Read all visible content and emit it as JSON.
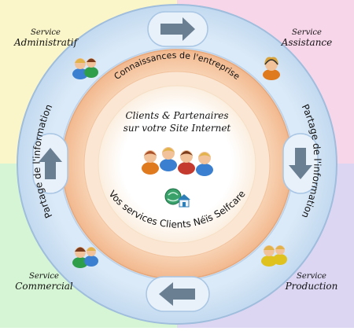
{
  "quadrants": [
    {
      "label": "Service",
      "name": "Administratif",
      "color": "#fbf6c9"
    },
    {
      "label": "Service",
      "name": "Assistance",
      "color": "#f8d6ea"
    },
    {
      "label": "Service",
      "name": "Commercial",
      "color": "#d6f5d4"
    },
    {
      "label": "Service",
      "name": "Production",
      "color": "#dcd6f3"
    }
  ],
  "rings": {
    "outer_text_left": "Partage de l'information",
    "outer_text_right": "Partage de l'information",
    "inner_text_top": "Connaissances de l'entreprise",
    "center_title_line1": "Clients & Partenaires",
    "center_title_line2": "sur votre Site Internet",
    "center_bottom_text": "Vos services Clients  Néïs Selfcare"
  },
  "icons": [
    "people-group-icon",
    "person-assistance-icon",
    "people-commercial-icon",
    "people-production-icon",
    "clients-group-icon",
    "network-house-icon",
    "arrow-right-icon",
    "arrow-down-icon",
    "arrow-left-icon",
    "arrow-up-icon"
  ],
  "colors": {
    "outer_ring": "#cfe3f6",
    "outer_ring_stroke": "#9fbddc",
    "orange_ring": "#f6c8a3",
    "peach_ring": "#fbe3cc",
    "center": "#ffffff",
    "arrow": "#6b7f93",
    "text": "#111111"
  }
}
